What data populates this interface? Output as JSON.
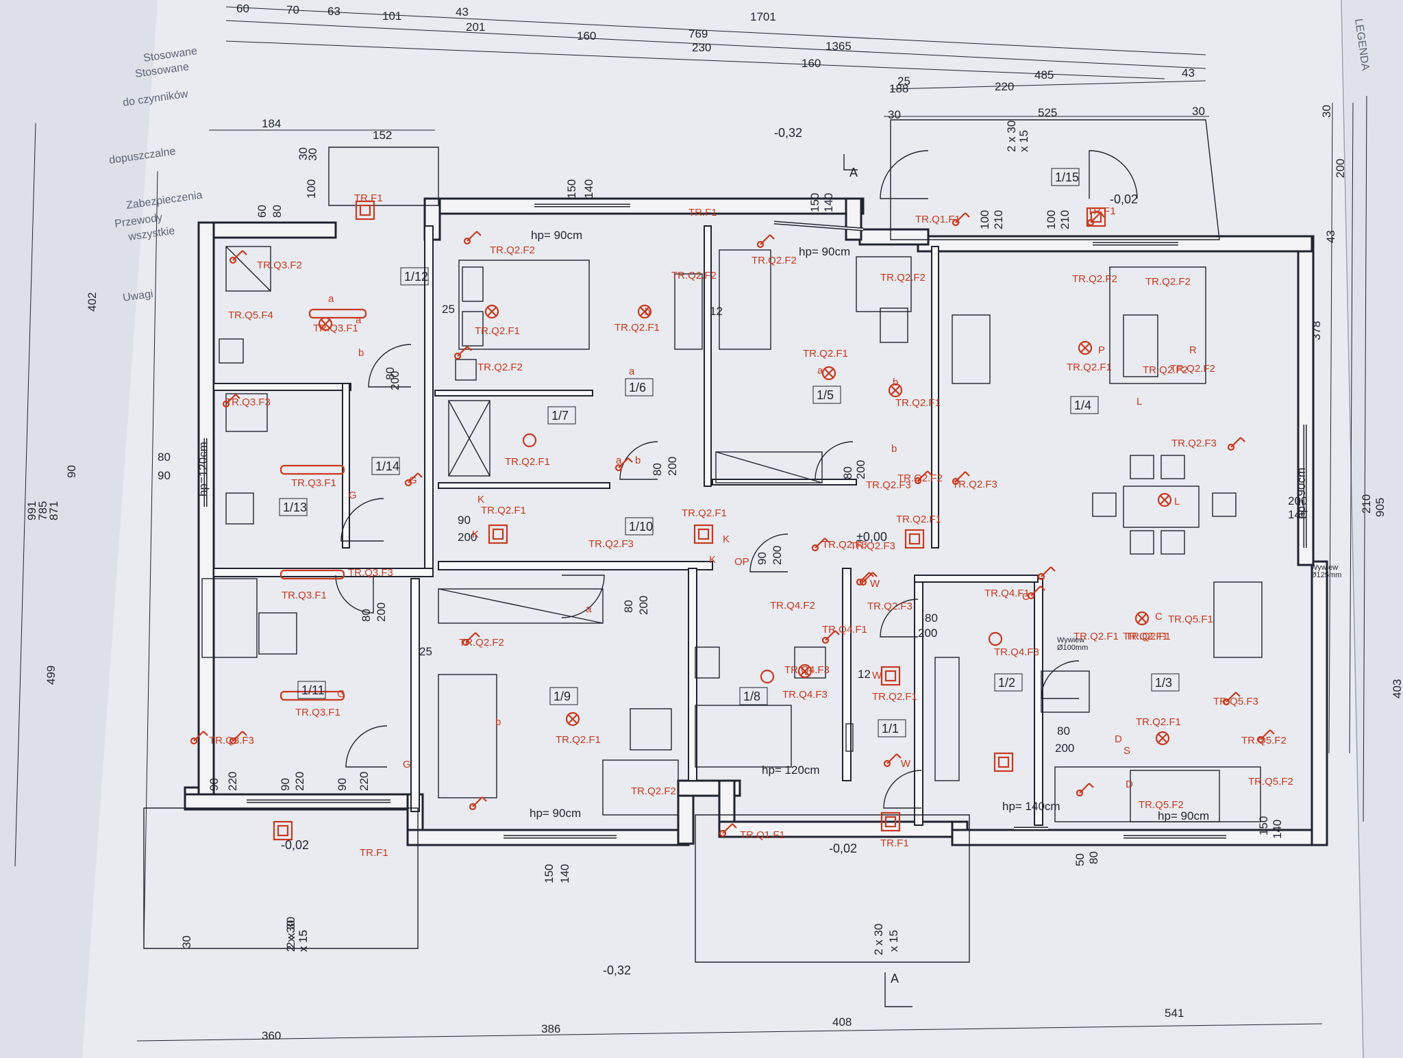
{
  "dimensions": {
    "top_row1": [
      "60",
      "70",
      "63",
      "101",
      "43",
      "1701"
    ],
    "top_row2": [
      "201",
      "160",
      "769",
      "230",
      "1365",
      "160"
    ],
    "top_row3": [
      "25",
      "188",
      "485",
      "43",
      "220"
    ],
    "top_row4": [
      "30",
      "525",
      "30"
    ],
    "left_top": [
      "184",
      "152"
    ],
    "bottom": [
      "360",
      "386",
      "408",
      "541"
    ],
    "left_side": [
      "991",
      "785",
      "871",
      "402",
      "499",
      "90",
      "60",
      "80",
      "30",
      "100",
      "30",
      "2 x 30",
      "x 15"
    ],
    "right_side": [
      "30",
      "200",
      "43",
      "378",
      "210",
      "905",
      "200",
      "140",
      "403"
    ],
    "openings": [
      "150",
      "140",
      "150",
      "140",
      "150",
      "140",
      "50",
      "80",
      "150",
      "140",
      "90",
      "220",
      "90",
      "220",
      "90",
      "220",
      "80",
      "200",
      "80",
      "200",
      "80",
      "200",
      "90",
      "200",
      "80",
      "200",
      "80",
      "200",
      "80",
      "200",
      "80",
      "200",
      "90",
      "200",
      "80",
      "90",
      "100",
      "210",
      "100",
      "210",
      "25",
      "25",
      "12",
      "12",
      "30",
      "2 x 30",
      "x 15",
      "2 x 30",
      "x 15",
      "2 x 30",
      "x 15"
    ]
  },
  "levels": [
    "-0,32",
    "-0,02",
    "±0,00",
    "-0,02",
    "-0,02",
    "-0,32"
  ],
  "section_marks": [
    "A",
    "A"
  ],
  "rooms": [
    "1/1",
    "1/2",
    "1/3",
    "1/4",
    "1/5",
    "1/6",
    "1/7",
    "1/8",
    "1/9",
    "1/10",
    "1/11",
    "1/12",
    "1/13",
    "1/14",
    "1/15"
  ],
  "sill_heights": [
    "hp= 90cm",
    "hp= 90cm",
    "hp= 90cm",
    "hp= 90cm",
    "hp= 90cm",
    "hp= 120cm",
    "hp= 140cm",
    "hp=120cm"
  ],
  "electrical": [
    "TR.F1",
    "TR.F1",
    "TR.F1",
    "TR.F1",
    "TR.F1",
    "TR.Q1.F1",
    "TR.Q1.F1",
    "TR.Q2.F1",
    "TR.Q2.F1",
    "TR.Q2.F1",
    "TR.Q2.F1",
    "TR.Q2.F1",
    "TR.Q2.F1",
    "TR.Q2.F1",
    "TR.Q2.F1",
    "TR.Q2.F1",
    "TR.Q2.F1",
    "TR.Q2.F1",
    "TR.Q2.F1",
    "TR.Q2.F1",
    "TR.Q2.F1",
    "TR.Q2.F1",
    "TR.Q2.F2",
    "TR.Q2.F2",
    "TR.Q2.F2",
    "TR.Q2.F2",
    "TR.Q2.F2",
    "TR.Q2.F2",
    "TR.Q2.F2",
    "TR.Q2.F2",
    "TR.Q2.F2",
    "TR.Q2.F2",
    "TR.Q2.F2",
    "TR.Q2.F2",
    "TR.Q2.F3",
    "TR.Q2.F3",
    "TR.Q2.F3",
    "TR.Q2.F3",
    "TR.Q2.F3",
    "TR.Q2.F3",
    "TR.Q2.F3",
    "TR.Q3.F1",
    "TR.Q3.F1",
    "TR.Q3.F1",
    "TR.Q3.F1",
    "TR.Q3.F2",
    "TR.Q3.F3",
    "TR.Q3.F3",
    "TR.Q3.F3",
    "TR.Q4.F1",
    "TR.Q4.F1",
    "TR.Q4.F2",
    "TR.Q4.F3",
    "TR.Q4.F3",
    "TR.Q4.F3",
    "TR.Q5.F1",
    "TR.Q5.F2",
    "TR.Q5.F2",
    "TR.Q5.F2",
    "TR.Q5.F3",
    "TR.Q5.F4"
  ],
  "symbol_letters": [
    "a",
    "a",
    "a",
    "a",
    "a",
    "a",
    "b",
    "b",
    "b",
    "b",
    "b",
    "b",
    "G",
    "G",
    "G",
    "G",
    "K",
    "K",
    "K",
    "K",
    "L",
    "L",
    "P",
    "R",
    "C",
    "C",
    "D",
    "D",
    "W",
    "W",
    "W",
    "S",
    "OP"
  ],
  "annotations": [
    "Wywiew",
    "Ø125mm",
    "Wywiew",
    "Ø100mm"
  ],
  "side_text": [
    "Stosowane",
    "Stosowane",
    "do czynników",
    "Zabezpieczenia",
    "wszystkie",
    "Uwagi",
    "dopuszczalne",
    "Przewody",
    "LEGENDA"
  ],
  "colors": {
    "paper": "#e9ebf0",
    "line": "#1f2330",
    "electrical": "#c9381e",
    "wall_fill": "#f4f4f6"
  }
}
